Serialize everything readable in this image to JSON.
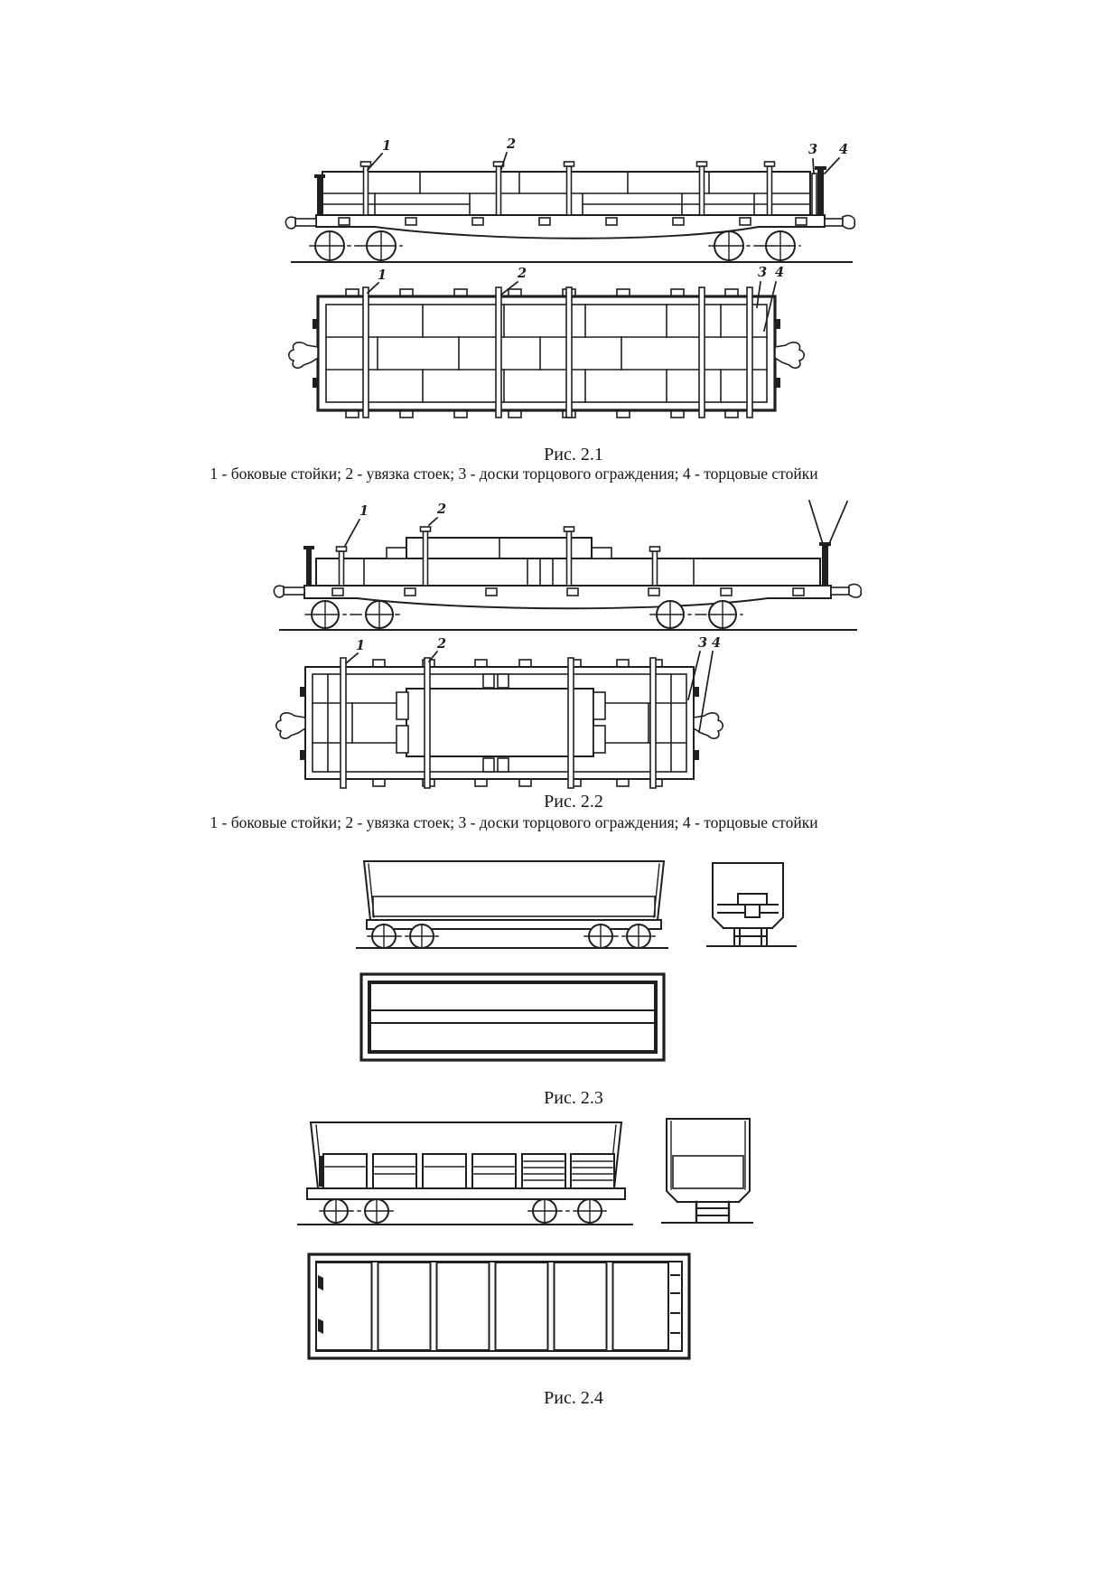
{
  "page": {
    "background": "#ffffff",
    "ink_color": "#1f1f1f"
  },
  "figures": [
    {
      "caption": "Рис. 2.1",
      "legend": "1 - боковые стойки; 2 - увязка стоек; 3 - доски торцового ограждения; 4 - торцовые стойки",
      "callouts": {
        "n1": "1",
        "n2": "2",
        "n3": "3",
        "n4": "4"
      }
    },
    {
      "caption": "Рис. 2.2",
      "legend": "1 - боковые стойки; 2 - увязка стоек; 3 - доски торцового ограждения; 4 - торцовые стойки",
      "callouts": {
        "n1": "1",
        "n2": "2",
        "n3": "3",
        "n4": "4"
      }
    },
    {
      "caption": "Рис. 2.3"
    },
    {
      "caption": "Рис. 2.4"
    }
  ]
}
